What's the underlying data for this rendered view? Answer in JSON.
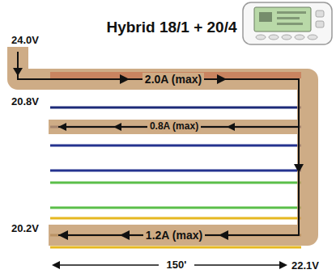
{
  "diagram": {
    "title": "Hybrid 18/1 + 20/4",
    "labels": [
      "24.0V",
      "2.0A (max)",
      "20.8V",
      "0.8A (max)",
      "20.2V",
      "1.2A (max)",
      "150'",
      "22.1V"
    ]
  }
}
